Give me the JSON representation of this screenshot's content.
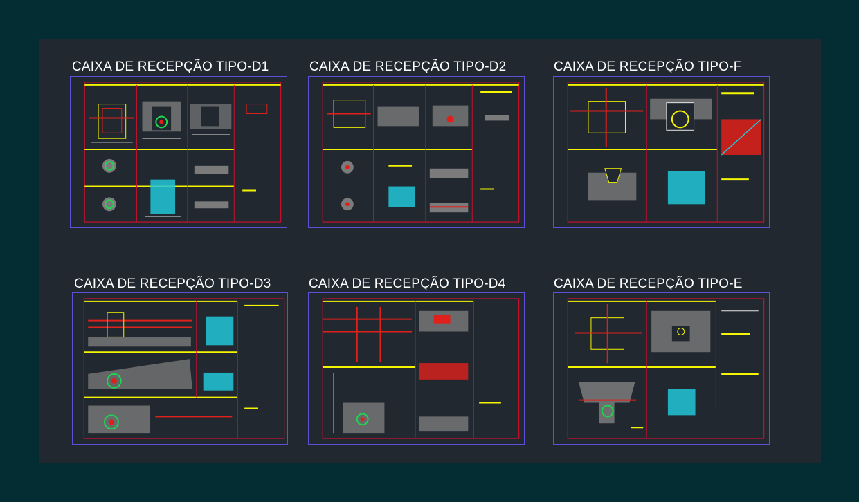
{
  "canvas": {
    "background": "#212830",
    "outer_background": "#032c33"
  },
  "sheets": [
    {
      "id": "d1",
      "title": "CAIXA DE RECEPÇÃO TIPO-D1"
    },
    {
      "id": "d2",
      "title": "CAIXA DE RECEPÇÃO TIPO-D2"
    },
    {
      "id": "f",
      "title": "CAIXA DE RECEPÇÃO TIPO-F"
    },
    {
      "id": "d3",
      "title": "CAIXA DE RECEPÇÃO TIPO-D3"
    },
    {
      "id": "d4",
      "title": "CAIXA DE RECEPÇÃO TIPO-D4"
    },
    {
      "id": "e",
      "title": "CAIXA DE RECEPÇÃO TIPO-E"
    }
  ],
  "colors": {
    "sheet_border": "#5d4fd6",
    "frame": "#c8102e",
    "label_bar": "#f5f500",
    "wall_hatch": "#7b7b7b",
    "grate": "#21c7d8",
    "pipe_red": "#e0201a",
    "pipe_green": "#1fd64f",
    "dim_white": "#e6e6e6"
  }
}
